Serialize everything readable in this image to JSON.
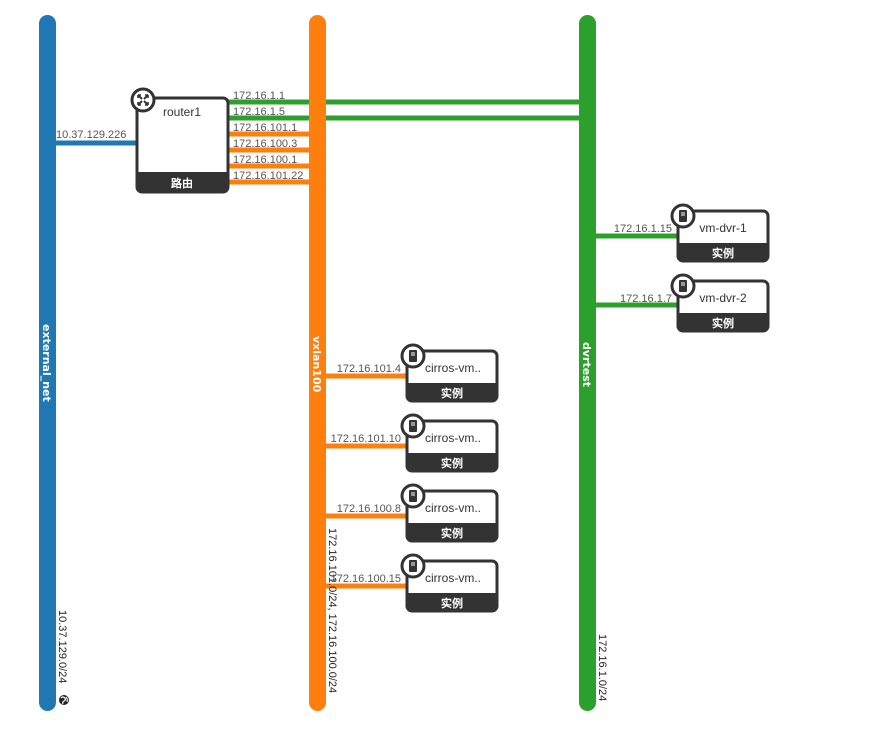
{
  "networks": {
    "external": {
      "name": "external_net",
      "cidr": "10.37.129.0/24",
      "color": "#1f77b4"
    },
    "vxlan": {
      "name": "vxlan100",
      "cidr": "172.16.101.0/24, 172.16.100.0/24",
      "color": "#ff7f0e"
    },
    "dvrtest": {
      "name": "dvrtest",
      "cidr": "172.16.1.0/24",
      "color": "#2ca02c"
    }
  },
  "router": {
    "name": "router1",
    "type_label": "路由",
    "icon": "router-icon",
    "external_ip": "10.37.129.226",
    "ports": [
      "172.16.1.1",
      "172.16.1.5",
      "172.16.101.1",
      "172.16.100.3",
      "172.16.100.1",
      "172.16.101.22"
    ]
  },
  "instances": [
    {
      "name": "vm-dvr-1",
      "type_label": "实例",
      "ip": "172.16.1.15",
      "icon": "server-icon"
    },
    {
      "name": "vm-dvr-2",
      "type_label": "实例",
      "ip": "172.16.1.7",
      "icon": "server-icon"
    },
    {
      "name": "cirros-vm..",
      "type_label": "实例",
      "ip": "172.16.101.4",
      "icon": "server-icon"
    },
    {
      "name": "cirros-vm..",
      "type_label": "实例",
      "ip": "172.16.101.10",
      "icon": "server-icon"
    },
    {
      "name": "cirros-vm..",
      "type_label": "实例",
      "ip": "172.16.100.8",
      "icon": "server-icon"
    },
    {
      "name": "cirros-vm..",
      "type_label": "实例",
      "ip": "172.16.100.15",
      "icon": "server-icon"
    }
  ],
  "colors": {
    "device_border": "#333333",
    "device_label_bg": "#333333"
  }
}
